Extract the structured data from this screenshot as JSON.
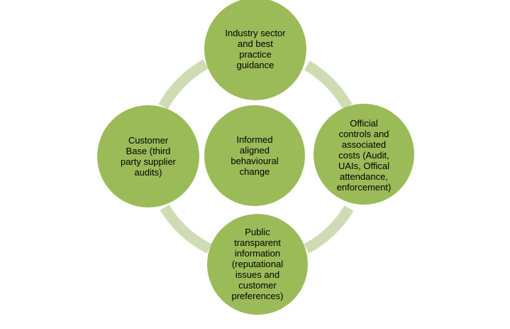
{
  "diagram": {
    "center": {
      "label": "Informed\naligned\nbehavioural\nchange"
    },
    "nodes": {
      "top": {
        "label": "Industry sector\nand best\npractice\nguidance"
      },
      "right": {
        "label": "Official\ncontrols  and\nassociated\ncosts (Audit,\nUAIs, Offical\nattendance,\nenforcement)"
      },
      "bottom": {
        "label": "Public\ntransparent\ninformation\n(reputational\nissues and\ncustomer\npreferences)"
      },
      "left": {
        "label": "Customer\nBase (third\nparty supplier\naudits)"
      }
    },
    "colors": {
      "node_fill": "#9bbb59",
      "ring": "#cfdcb3",
      "text": "#000000"
    }
  }
}
